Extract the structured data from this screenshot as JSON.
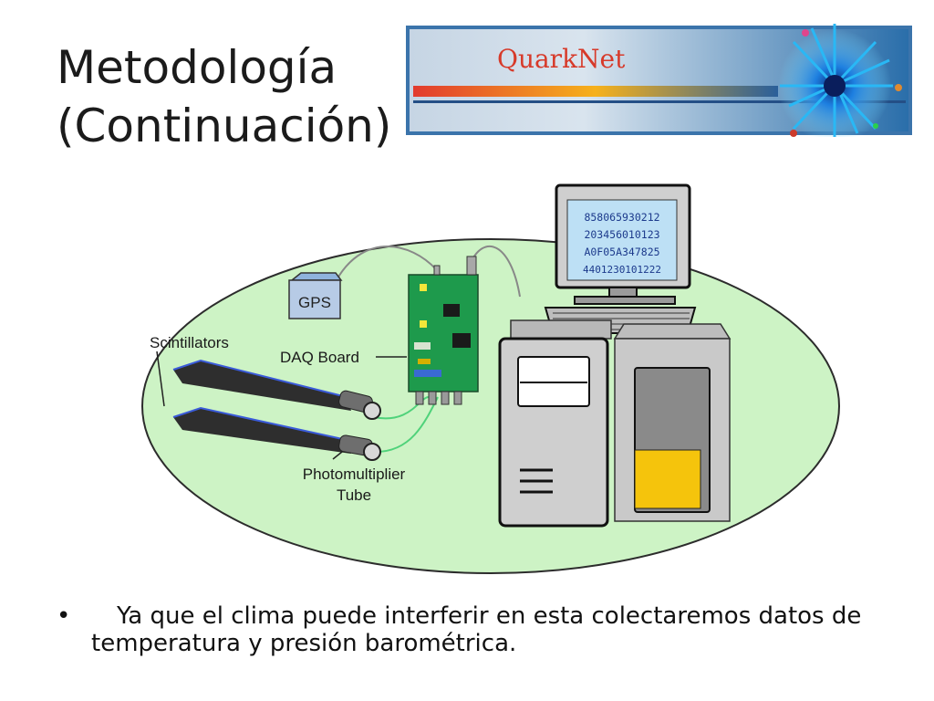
{
  "slide": {
    "title_line1": "Metodología",
    "title_line2": "(Continuación)",
    "banner_text": "QuarkNet",
    "bullet_symbol": "•",
    "bullet_text": "Ya que el clima puede interferir en esta colectaremos datos de temperatura y presión barométrica."
  },
  "diagram": {
    "gps_label": "GPS",
    "scintillators_label": "Scintillators",
    "daq_label": "DAQ Board",
    "pmt_label_line1": "Photomultiplier",
    "pmt_label_line2": "Tube",
    "screen_lines": [
      "858065930212",
      "203456010123",
      "A0F05A347825",
      "4401230101222"
    ]
  },
  "colors": {
    "ellipse_fill": "#cdf3c5",
    "board_green": "#1e9a4c",
    "banner_blue": "#1a63a6",
    "bottle_yellow": "#f5c40c"
  }
}
